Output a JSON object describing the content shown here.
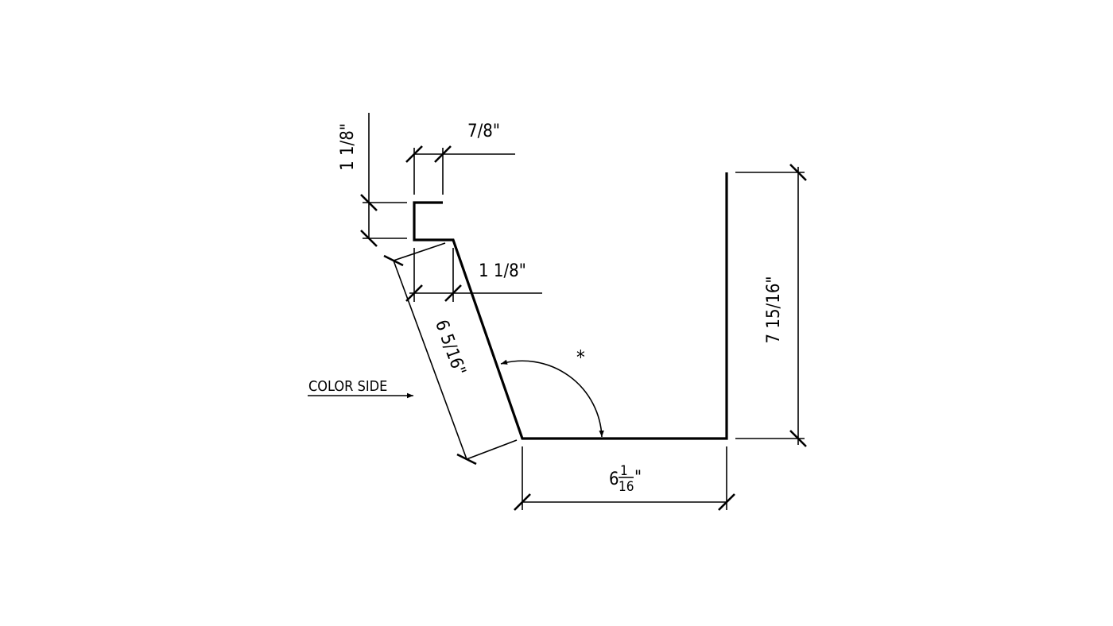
{
  "drawing": {
    "labels": {
      "top_flange_height": "1 1/8\"",
      "top_flange_width": "7/8\"",
      "offset_width": "1 1/8\"",
      "slope_length": "6 5/16\"",
      "angle_mark": "*",
      "color_side": "COLOR SIDE",
      "bottom_whole": "6",
      "bottom_num": "1",
      "bottom_den": "16",
      "bottom_inch": "\"",
      "back_height": "7 15/16\""
    },
    "line_color": "#000000",
    "background": "#ffffff"
  }
}
